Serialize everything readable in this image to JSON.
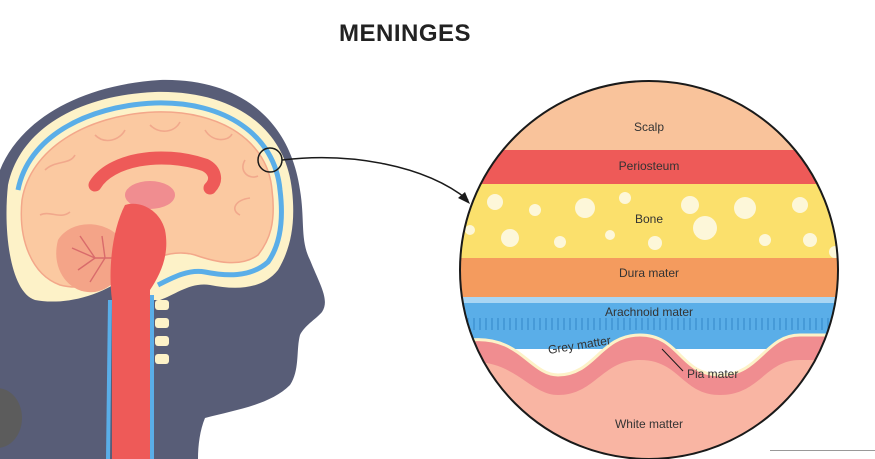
{
  "title": "MENINGES",
  "labels": {
    "scalp": "Scalp",
    "periosteum": "Periosteum",
    "bone": "Bone",
    "dura": "Dura mater",
    "arachnoid": "Arachnoid mater",
    "grey": "Grey matter",
    "pia": "Pia mater",
    "white": "White matter"
  },
  "colors": {
    "head": "#585d77",
    "skull": "#fdf2c8",
    "csf": "#5aaee8",
    "brain": "#fbc9a1",
    "scalp": "#f9c39b",
    "periosteum": "#ee5a58",
    "bone": "#fbe06c",
    "dura": "#f49b5e",
    "arachnoid": "#5aaee8",
    "pia": "#f08d90",
    "white_matter": "#f9b5a3"
  },
  "icons": {
    "scroll": "circle-button"
  }
}
